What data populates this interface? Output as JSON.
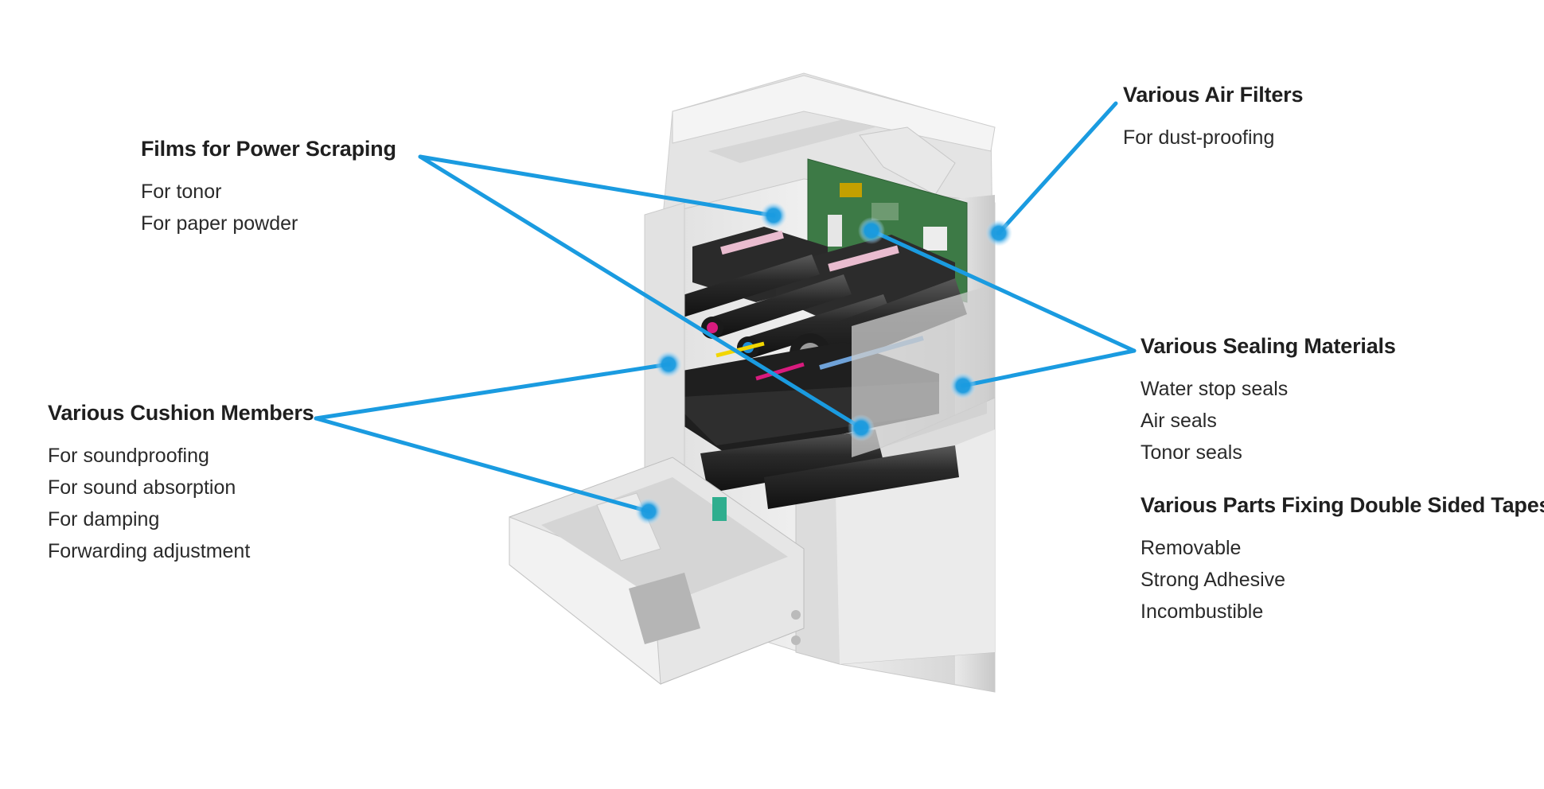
{
  "callouts": {
    "films": {
      "title": "Films for Power Scraping",
      "items": [
        "For tonor",
        "For paper powder"
      ]
    },
    "air_filters": {
      "title": "Various Air Filters",
      "items": [
        "For dust-proofing"
      ]
    },
    "cushion": {
      "title": "Various Cushion Members",
      "items": [
        "For soundproofing",
        "For sound absorption",
        "For damping",
        "Forwarding adjustment"
      ]
    },
    "sealing": {
      "title": "Various Sealing Materials",
      "items": [
        "Water stop seals",
        "Air seals",
        "Tonor seals"
      ]
    },
    "tapes": {
      "title": "Various Parts Fixing Double Sided Tapes",
      "items": [
        "Removable",
        "Strong Adhesive",
        "Incombustible"
      ]
    }
  },
  "colors": {
    "leader_line": "#1a9be0",
    "marker_glow": "#7fc6f0",
    "toner_yellow": "#f2d600",
    "toner_magenta": "#d81b7e",
    "toner_cyan": "#1e8fd8"
  }
}
